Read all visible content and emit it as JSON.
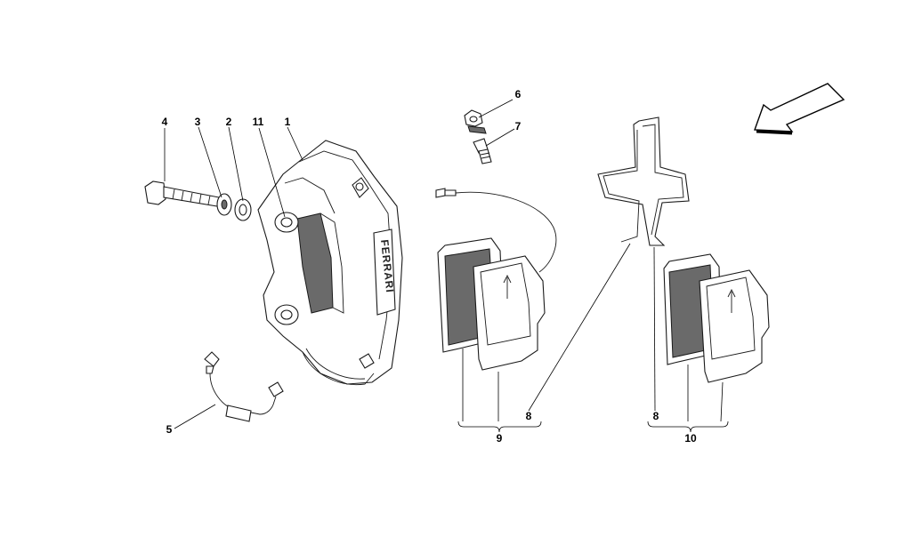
{
  "callouts": {
    "c1": "1",
    "c2": "2",
    "c3": "3",
    "c4": "4",
    "c5": "5",
    "c6": "6",
    "c7": "7",
    "c8a": "8",
    "c8b": "8",
    "c9": "9",
    "c10": "10",
    "c11": "11"
  },
  "caliper_marking": "FERRARI"
}
